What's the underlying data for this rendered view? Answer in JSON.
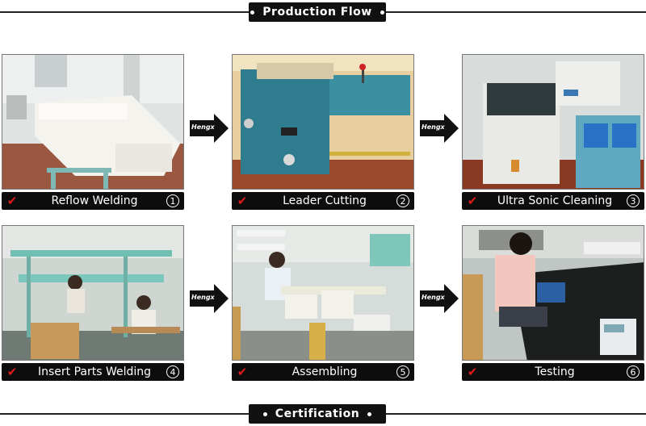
{
  "header": {
    "title": "Production Flow"
  },
  "footer": {
    "title": "Certification"
  },
  "arrow_brand": "Hengx",
  "steps": [
    {
      "label": "Reflow Welding",
      "num": "1"
    },
    {
      "label": "Leader Cutting",
      "num": "2"
    },
    {
      "label": "Ultra Sonic Cleaning",
      "num": "3"
    },
    {
      "label": "Insert Parts Welding",
      "num": "4"
    },
    {
      "label": "Assembling",
      "num": "5"
    },
    {
      "label": "Testing",
      "num": "6"
    }
  ],
  "colors": {
    "banner": "#111111",
    "check": "#e21b1b",
    "caption": "#0d0d0d"
  }
}
